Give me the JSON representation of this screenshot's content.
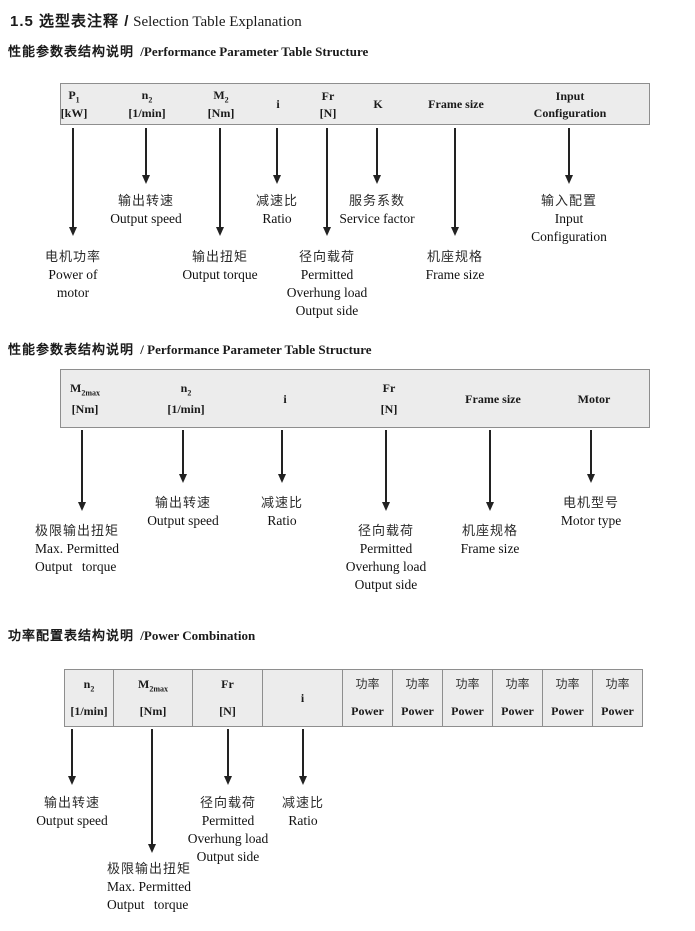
{
  "page_title": {
    "zh": "1.5 选型表注释 /",
    "en": "Selection Table Explanation"
  },
  "sections": [
    {
      "heading": {
        "zh": "性能参数表结构说明",
        "en": "/Performance Parameter Table Structure"
      },
      "table": {
        "cells": [
          {
            "sym": "P",
            "sub": "1",
            "unit": "[kW]"
          },
          {
            "sym": "n",
            "sub": "2",
            "unit": "[1/min]"
          },
          {
            "sym": "M",
            "sub": "2",
            "unit": "[Nm]"
          },
          {
            "sym": "i"
          },
          {
            "sym": "Fr",
            "unit": "[N]"
          },
          {
            "sym": "K"
          },
          {
            "sym": "Frame size"
          },
          {
            "sym": "Input",
            "unit": "Configuration"
          }
        ]
      },
      "callouts": [
        {
          "zh": "电机功率",
          "en1": "Power of",
          "en2": "motor"
        },
        {
          "zh": "输出转速",
          "en1": "Output speed"
        },
        {
          "zh": "输出扭矩",
          "en1": "Output torque"
        },
        {
          "zh": "减速比",
          "en1": "Ratio"
        },
        {
          "zh": "径向载荷",
          "en1": "Permitted",
          "en2": "Overhung load",
          "en3": "Output side"
        },
        {
          "zh": "服务系数",
          "en1": "Service factor"
        },
        {
          "zh": "机座规格",
          "en1": "Frame size"
        },
        {
          "zh": "输入配置",
          "en1": "Input",
          "en2": "Configuration"
        }
      ]
    },
    {
      "heading": {
        "zh": "性能参数表结构说明",
        "en": "/ Performance Parameter Table Structure"
      },
      "table": {
        "cells": [
          {
            "sym": "M",
            "sub": "2max",
            "unit": "[Nm]"
          },
          {
            "sym": "n",
            "sub": "2",
            "unit": "[1/min]"
          },
          {
            "sym": "i"
          },
          {
            "sym": "Fr",
            "unit": "[N]"
          },
          {
            "sym": "Frame size"
          },
          {
            "sym": "Motor"
          }
        ]
      },
      "callouts": [
        {
          "zh": "极限输出扭矩",
          "en1": "Max. Permitted",
          "en2": "Output torque"
        },
        {
          "zh": "输出转速",
          "en1": "Output speed"
        },
        {
          "zh": "减速比",
          "en1": "Ratio"
        },
        {
          "zh": "径向载荷",
          "en1": "Permitted",
          "en2": "Overhung load",
          "en3": "Output side"
        },
        {
          "zh": "机座规格",
          "en1": "Frame size"
        },
        {
          "zh": "电机型号",
          "en1": "Motor type"
        }
      ]
    },
    {
      "heading": {
        "zh": "功率配置表结构说明",
        "en": "/Power Combination"
      },
      "table": {
        "cells": [
          {
            "sym": "n",
            "sub": "2",
            "unit": "[1/min]"
          },
          {
            "sym": "M",
            "sub": "2max",
            "unit": "[Nm]"
          },
          {
            "sym": "Fr",
            "unit": "[N]"
          },
          {
            "sym": "i"
          },
          {
            "zh": "功率",
            "en": "Power"
          },
          {
            "zh": "功率",
            "en": "Power"
          },
          {
            "zh": "功率",
            "en": "Power"
          },
          {
            "zh": "功率",
            "en": "Power"
          },
          {
            "zh": "功率",
            "en": "Power"
          },
          {
            "zh": "功率",
            "en": "Power"
          }
        ]
      },
      "callouts": [
        {
          "zh": "输出转速",
          "en1": "Output speed"
        },
        {
          "zh": "极限输出扭矩",
          "en1": "Max. Permitted",
          "en2": "Output torque"
        },
        {
          "zh": "径向载荷",
          "en1": "Permitted",
          "en2": "Overhung load",
          "en3": "Output side"
        },
        {
          "zh": "减速比",
          "en1": "Ratio"
        }
      ]
    }
  ],
  "colors": {
    "table_bg": "#ececec",
    "table_border": "#8e8e8e",
    "text": "#1a1a1a"
  }
}
